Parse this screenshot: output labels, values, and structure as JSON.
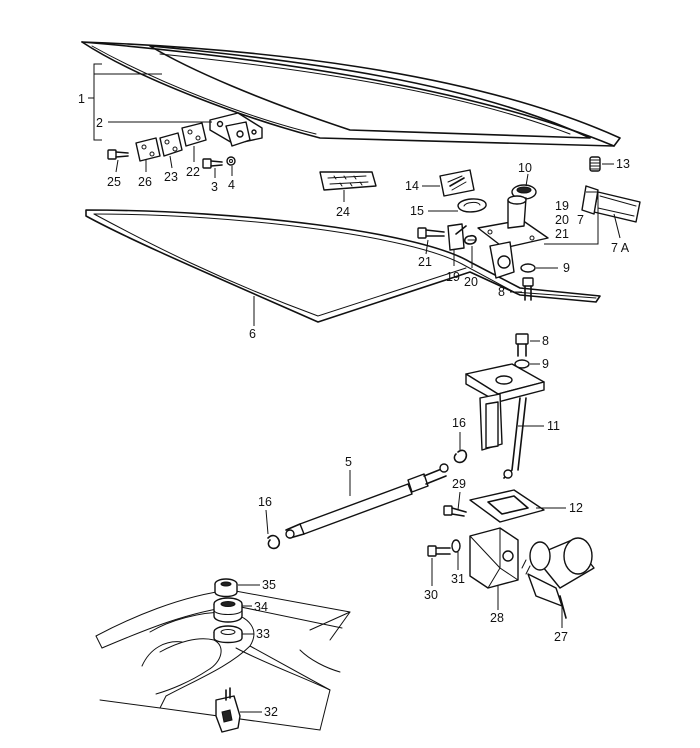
{
  "diagram": {
    "labels": {
      "p1": "1",
      "p2": "2",
      "p3": "3",
      "p4": "4",
      "p5": "5",
      "p6": "6",
      "p7": "7",
      "p7a": "7 A",
      "p8a": "8",
      "p8b": "8",
      "p9a": "9",
      "p9b": "9",
      "p10": "10",
      "p11": "11",
      "p12": "12",
      "p13": "13",
      "p14": "14",
      "p15": "15",
      "p16a": "16",
      "p16b": "16",
      "p19a": "19",
      "p19b": "19",
      "p20a": "20",
      "p20b": "20",
      "p21a": "21",
      "p21b": "21",
      "p22": "22",
      "p23": "23",
      "p24": "24",
      "p25": "25",
      "p26": "26",
      "p27": "27",
      "p28": "28",
      "p29": "29",
      "p30": "30",
      "p31": "31",
      "p32": "32",
      "p33": "33",
      "p34": "34",
      "p35": "35"
    }
  }
}
